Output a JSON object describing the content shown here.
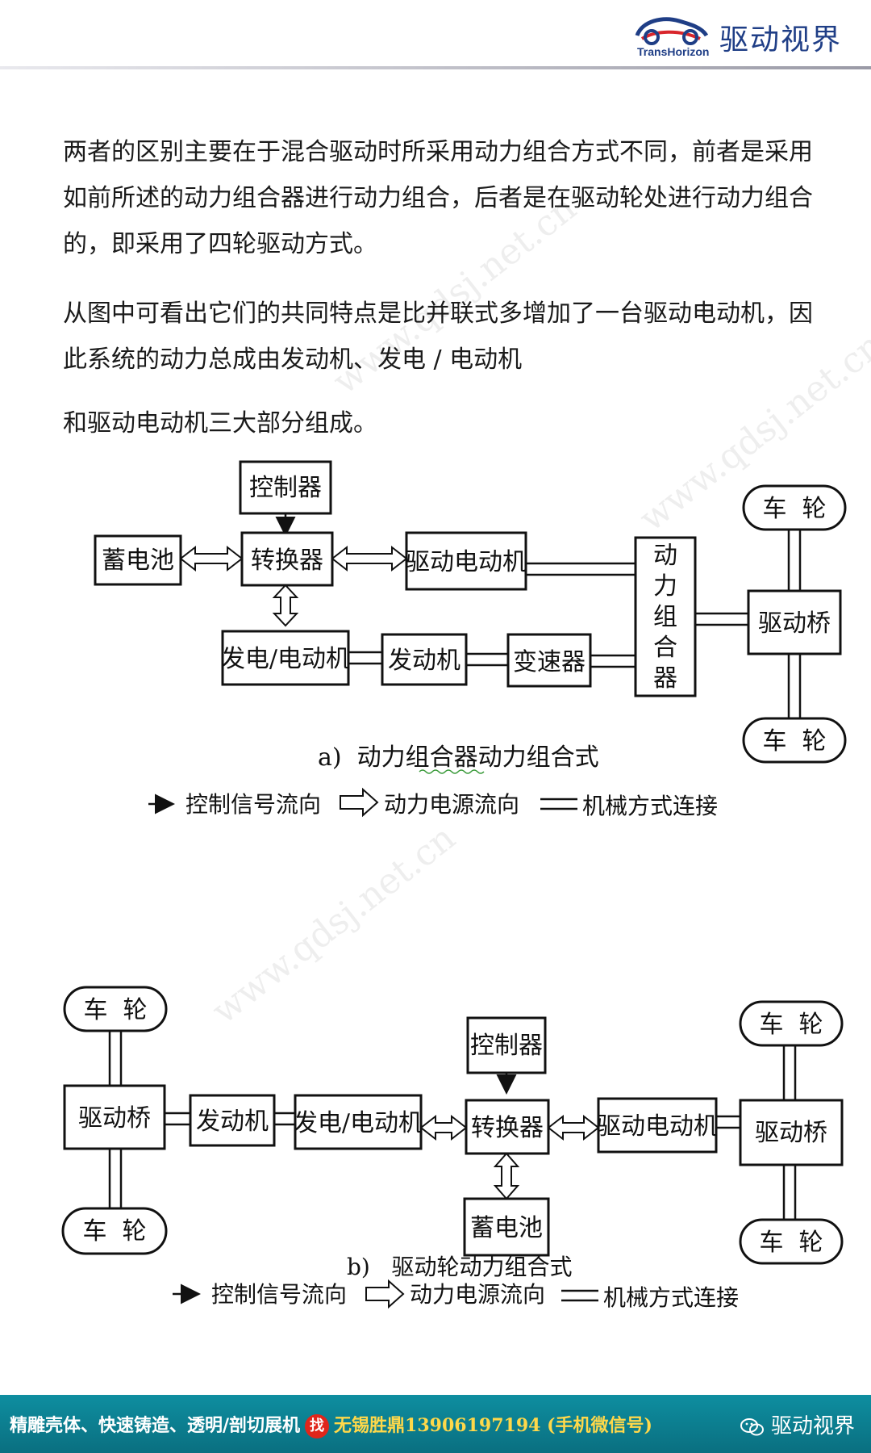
{
  "header": {
    "brand_cn": "驱动视界",
    "brand_en": "TransHorizon"
  },
  "paragraphs": {
    "p1": "两者的区别主要在于混合驱动时所采用动力组合方式不同，前者是采用如前所述的动力组合器进行动力组合，后者是在驱动轮处进行动力组合的，即采用了四轮驱动方式。",
    "p2": "从图中可看出它们的共同特点是比并联式多增加了一台驱动电动机，因此系统的动力总成由发动机、发电 / 电动机",
    "p3": "和驱动电动机三大部分组成。"
  },
  "diagram_a": {
    "controller": "控制器",
    "battery": "蓄电池",
    "converter": "转换器",
    "drive_motor": "驱动电动机",
    "combiner_chars": [
      "动",
      "力",
      "组",
      "合",
      "器"
    ],
    "generator": "发电/电动机",
    "engine": "发动机",
    "transmission": "变速器",
    "axle": "驱动桥",
    "wheel_top": "车  轮",
    "wheel_bottom": "车  轮",
    "caption": "a)  动力组合器动力组合式",
    "legend_control": "控制信号流向",
    "legend_power": "动力电源流向",
    "legend_mech": "机械方式连接"
  },
  "diagram_b": {
    "wheel_left_top": "车  轮",
    "wheel_left_bottom": "车  轮",
    "axle_left": "驱动桥",
    "engine": "发动机",
    "generator": "发电/电动机",
    "controller": "控制器",
    "converter": "转换器",
    "battery": "蓄电池",
    "drive_motor": "驱动电动机",
    "axle_right": "驱动桥",
    "wheel_right_top": "车  轮",
    "wheel_right_bottom": "车  轮",
    "caption": "b)   驱动轮动力组合式",
    "legend_control": "控制信号流向",
    "legend_power": "动力电源流向",
    "legend_mech": "机械方式连接"
  },
  "watermark": "www.qdsj.net.cn",
  "footer": {
    "left_text": "精雕壳体、快速铸造、透明/剖切展机",
    "badge": "找",
    "contact": "无锡胜鼎13906197194 (手机微信号)",
    "brand": "驱动视界"
  }
}
